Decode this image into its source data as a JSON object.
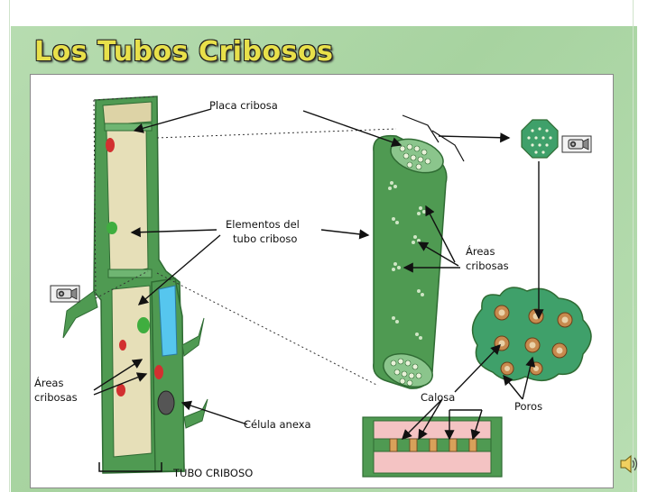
{
  "title": "Los Tubos Cribosos",
  "labels": {
    "placa_cribosa": "Placa cribosa",
    "elementos_line1": "Elementos del",
    "elementos_line2": "tubo criboso",
    "areas_right_line1": "Áreas",
    "areas_right_line2": "cribosas",
    "areas_left_line1": "Áreas",
    "areas_left_line2": "cribosas",
    "celula_anexa": "Célula anexa",
    "tubo_criboso": "TUBO CRIBOSO",
    "calosa": "Calosa",
    "poros": "Poros"
  },
  "icons": {
    "camera_top": "camera-icon",
    "camera_left": "camera-icon",
    "speaker": "speaker-icon"
  },
  "colors": {
    "title": "#e8e04a",
    "cell_wall": "#4f9a52",
    "cell_wall_dark": "#2f6b33",
    "cytoplasm": "#e6dfb8",
    "vacuole_blue": "#56c6ee",
    "plastid_red": "#d23030",
    "callose_pink": "#f4c3c3"
  }
}
